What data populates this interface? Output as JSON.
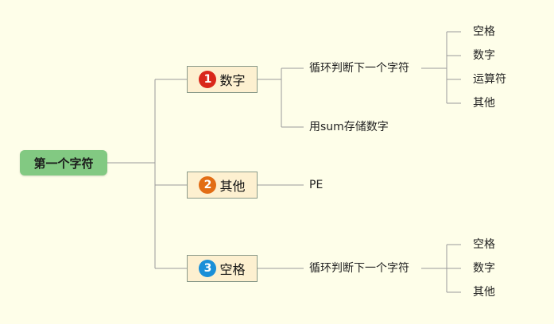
{
  "root": {
    "label": "第一个字符"
  },
  "branches": [
    {
      "number": "1",
      "color": "#d9271b",
      "label": "数字",
      "children": [
        "循环判断下一个字符",
        "用sum存储数字"
      ],
      "leaves": [
        "空格",
        "数字",
        "运算符",
        "其他"
      ]
    },
    {
      "number": "2",
      "color": "#e26d15",
      "label": "其他",
      "children": [
        "PE"
      ]
    },
    {
      "number": "3",
      "color": "#1a8fd8",
      "label": "空格",
      "children": [
        "循环判断下一个字符"
      ],
      "leaves": [
        "空格",
        "数字",
        "其他"
      ]
    }
  ]
}
